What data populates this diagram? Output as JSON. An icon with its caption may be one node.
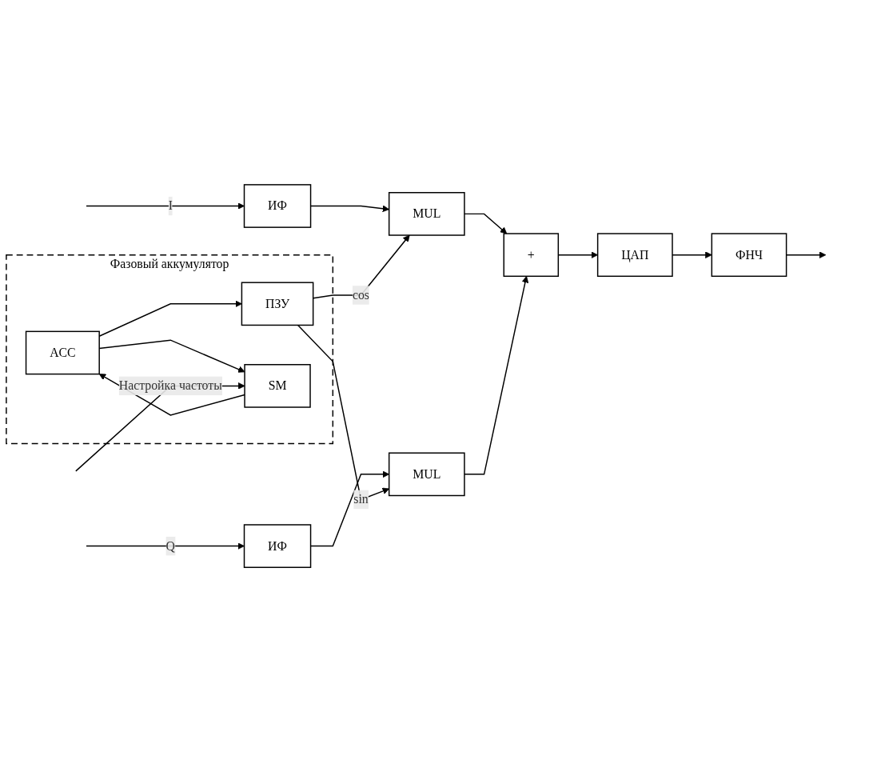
{
  "diagram": {
    "nodes": [
      {
        "text": [
          "Фазовый аккумулятор"
        ]
      },
      {
        "text": [
          "ИФ"
        ]
      },
      {
        "text": [
          "MUL"
        ]
      },
      {
        "text": [
          "ИФ"
        ]
      },
      {
        "text": [
          "MUL"
        ]
      },
      {
        "text": [
          "+"
        ]
      },
      {
        "text": [
          "ЦАП"
        ]
      },
      {
        "text": [
          "ФНЧ"
        ]
      },
      {
        "text": [
          "ПЗУ"
        ],
        "in": 0
      },
      {
        "text": [
          "ACC"
        ],
        "in": 0
      },
      {
        "text": [
          "SM"
        ],
        "in": 0
      }
    ],
    "edges": [
      {
        "from": null,
        "to": 1,
        "arrow": "to",
        "label": "I"
      },
      {
        "from": null,
        "to": 3,
        "arrow": "to",
        "label": "Q"
      },
      {
        "from": 1,
        "to": 2,
        "arrow": "to"
      },
      {
        "from": 3,
        "to": 4,
        "arrow": "to"
      },
      {
        "from": 2,
        "to": 5,
        "arrow": "to"
      },
      {
        "from": 4,
        "to": 5,
        "arrow": "to"
      },
      {
        "from": 5,
        "to": 6,
        "arrow": "to"
      },
      {
        "from": 6,
        "to": 7,
        "arrow": "to"
      },
      {
        "from": 7,
        "to": null,
        "arrow": "to"
      },
      {
        "from": 8,
        "to": 2,
        "arrow": "to",
        "label": "cos"
      },
      {
        "from": 8,
        "to": 4,
        "arrow": "to",
        "label": "sin"
      },
      {
        "from": 10,
        "to": 9,
        "arrow": "to"
      },
      {
        "from": 9,
        "to": 8,
        "arrow": "to"
      },
      {
        "from": 9,
        "to": 10,
        "arrow": "to"
      },
      {
        "from": null,
        "to": 10,
        "arrow": "to",
        "label": "Настройка частоты"
      }
    ]
  }
}
